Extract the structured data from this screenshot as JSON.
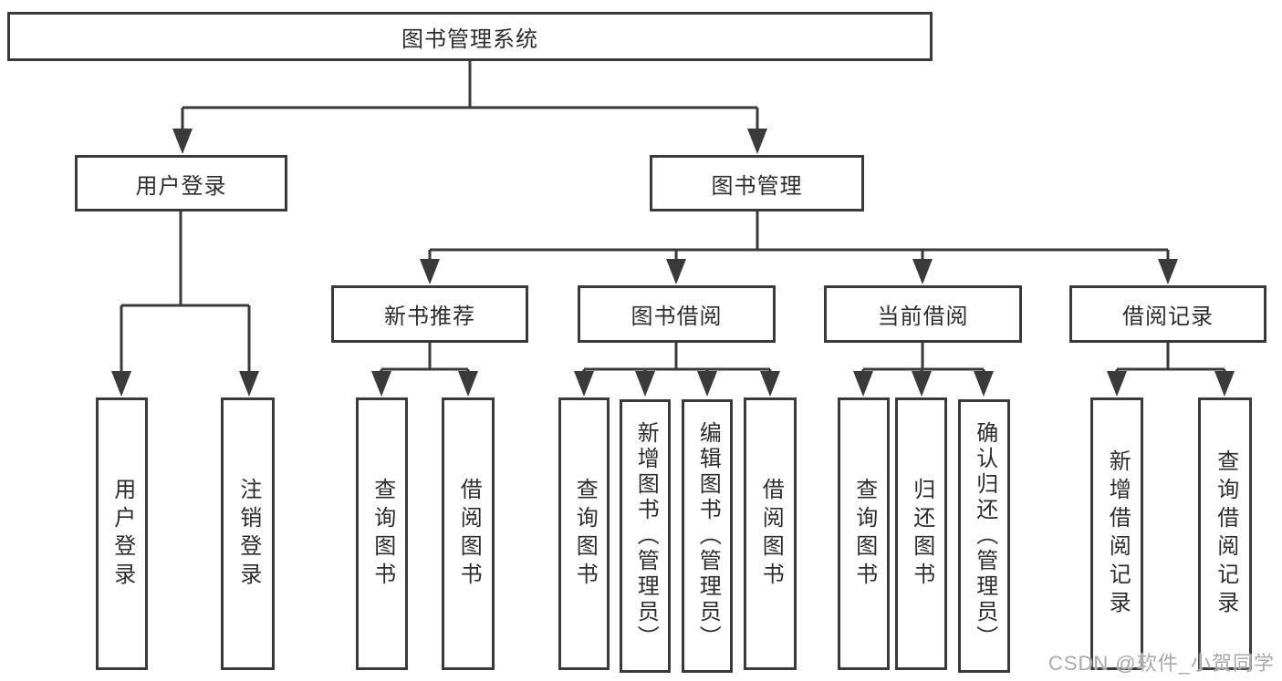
{
  "root": {
    "label": "图书管理系统"
  },
  "branches": [
    {
      "label": "用户登录",
      "children": [
        {
          "label": "用户登录"
        },
        {
          "label": "注销登录"
        }
      ]
    },
    {
      "label": "图书管理",
      "children": [
        {
          "label": "新书推荐",
          "children": [
            {
              "label": "查询图书"
            },
            {
              "label": "借阅图书"
            }
          ]
        },
        {
          "label": "图书借阅",
          "children": [
            {
              "label": "查询图书"
            },
            {
              "label": "新增图书（管理员）"
            },
            {
              "label": "编辑图书（管理员）"
            },
            {
              "label": "借阅图书"
            }
          ]
        },
        {
          "label": "当前借阅",
          "children": [
            {
              "label": "查询图书"
            },
            {
              "label": "归还图书"
            },
            {
              "label": "确认归还（管理员）"
            }
          ]
        },
        {
          "label": "借阅记录",
          "children": [
            {
              "label": "新增借阅记录"
            },
            {
              "label": "查询借阅记录"
            }
          ]
        }
      ]
    }
  ],
  "watermark": "CSDN @软件_小贺同学",
  "colors": {
    "line": "#3a3a3a",
    "text": "#2d2d2d",
    "box_background": "#ffffff",
    "watermark": "#a9a9a9",
    "background": "#ffffff"
  }
}
